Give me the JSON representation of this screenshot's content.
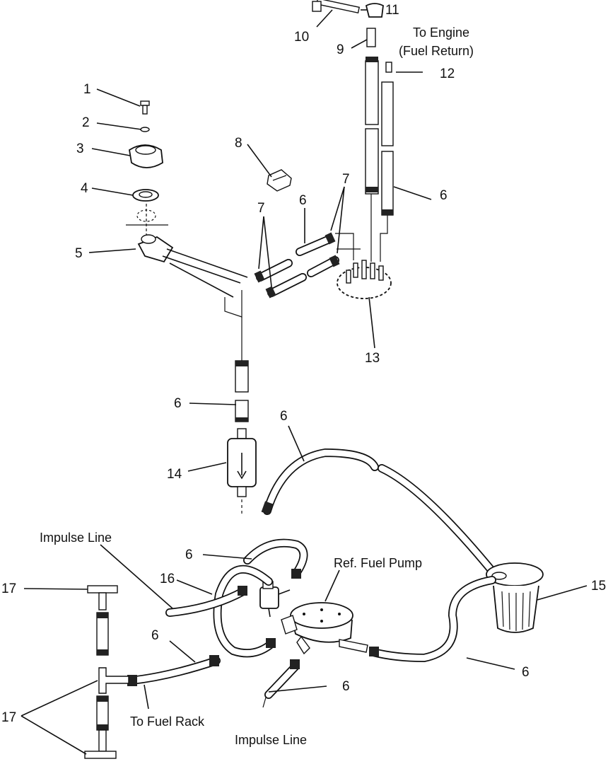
{
  "callouts": {
    "c1": "1",
    "c2": "2",
    "c3": "3",
    "c4": "4",
    "c5": "5",
    "c6a": "6",
    "c6b": "6",
    "c6c": "6",
    "c6d": "6",
    "c6e": "6",
    "c6f": "6",
    "c6g": "6",
    "c6h": "6",
    "c7a": "7",
    "c7b": "7",
    "c8": "8",
    "c9": "9",
    "c10": "10",
    "c11": "11",
    "c12": "12",
    "c13": "13",
    "c14": "14",
    "c15": "15",
    "c16": "16",
    "c17a": "17",
    "c17b": "17"
  },
  "labels": {
    "to_engine_1": "To Engine",
    "to_engine_2": "(Fuel Return)",
    "impulse_line_top": "Impulse Line",
    "ref_fuel_pump": "Ref. Fuel Pump",
    "to_fuel_rack": "To Fuel Rack",
    "impulse_line_bottom": "Impulse Line"
  }
}
